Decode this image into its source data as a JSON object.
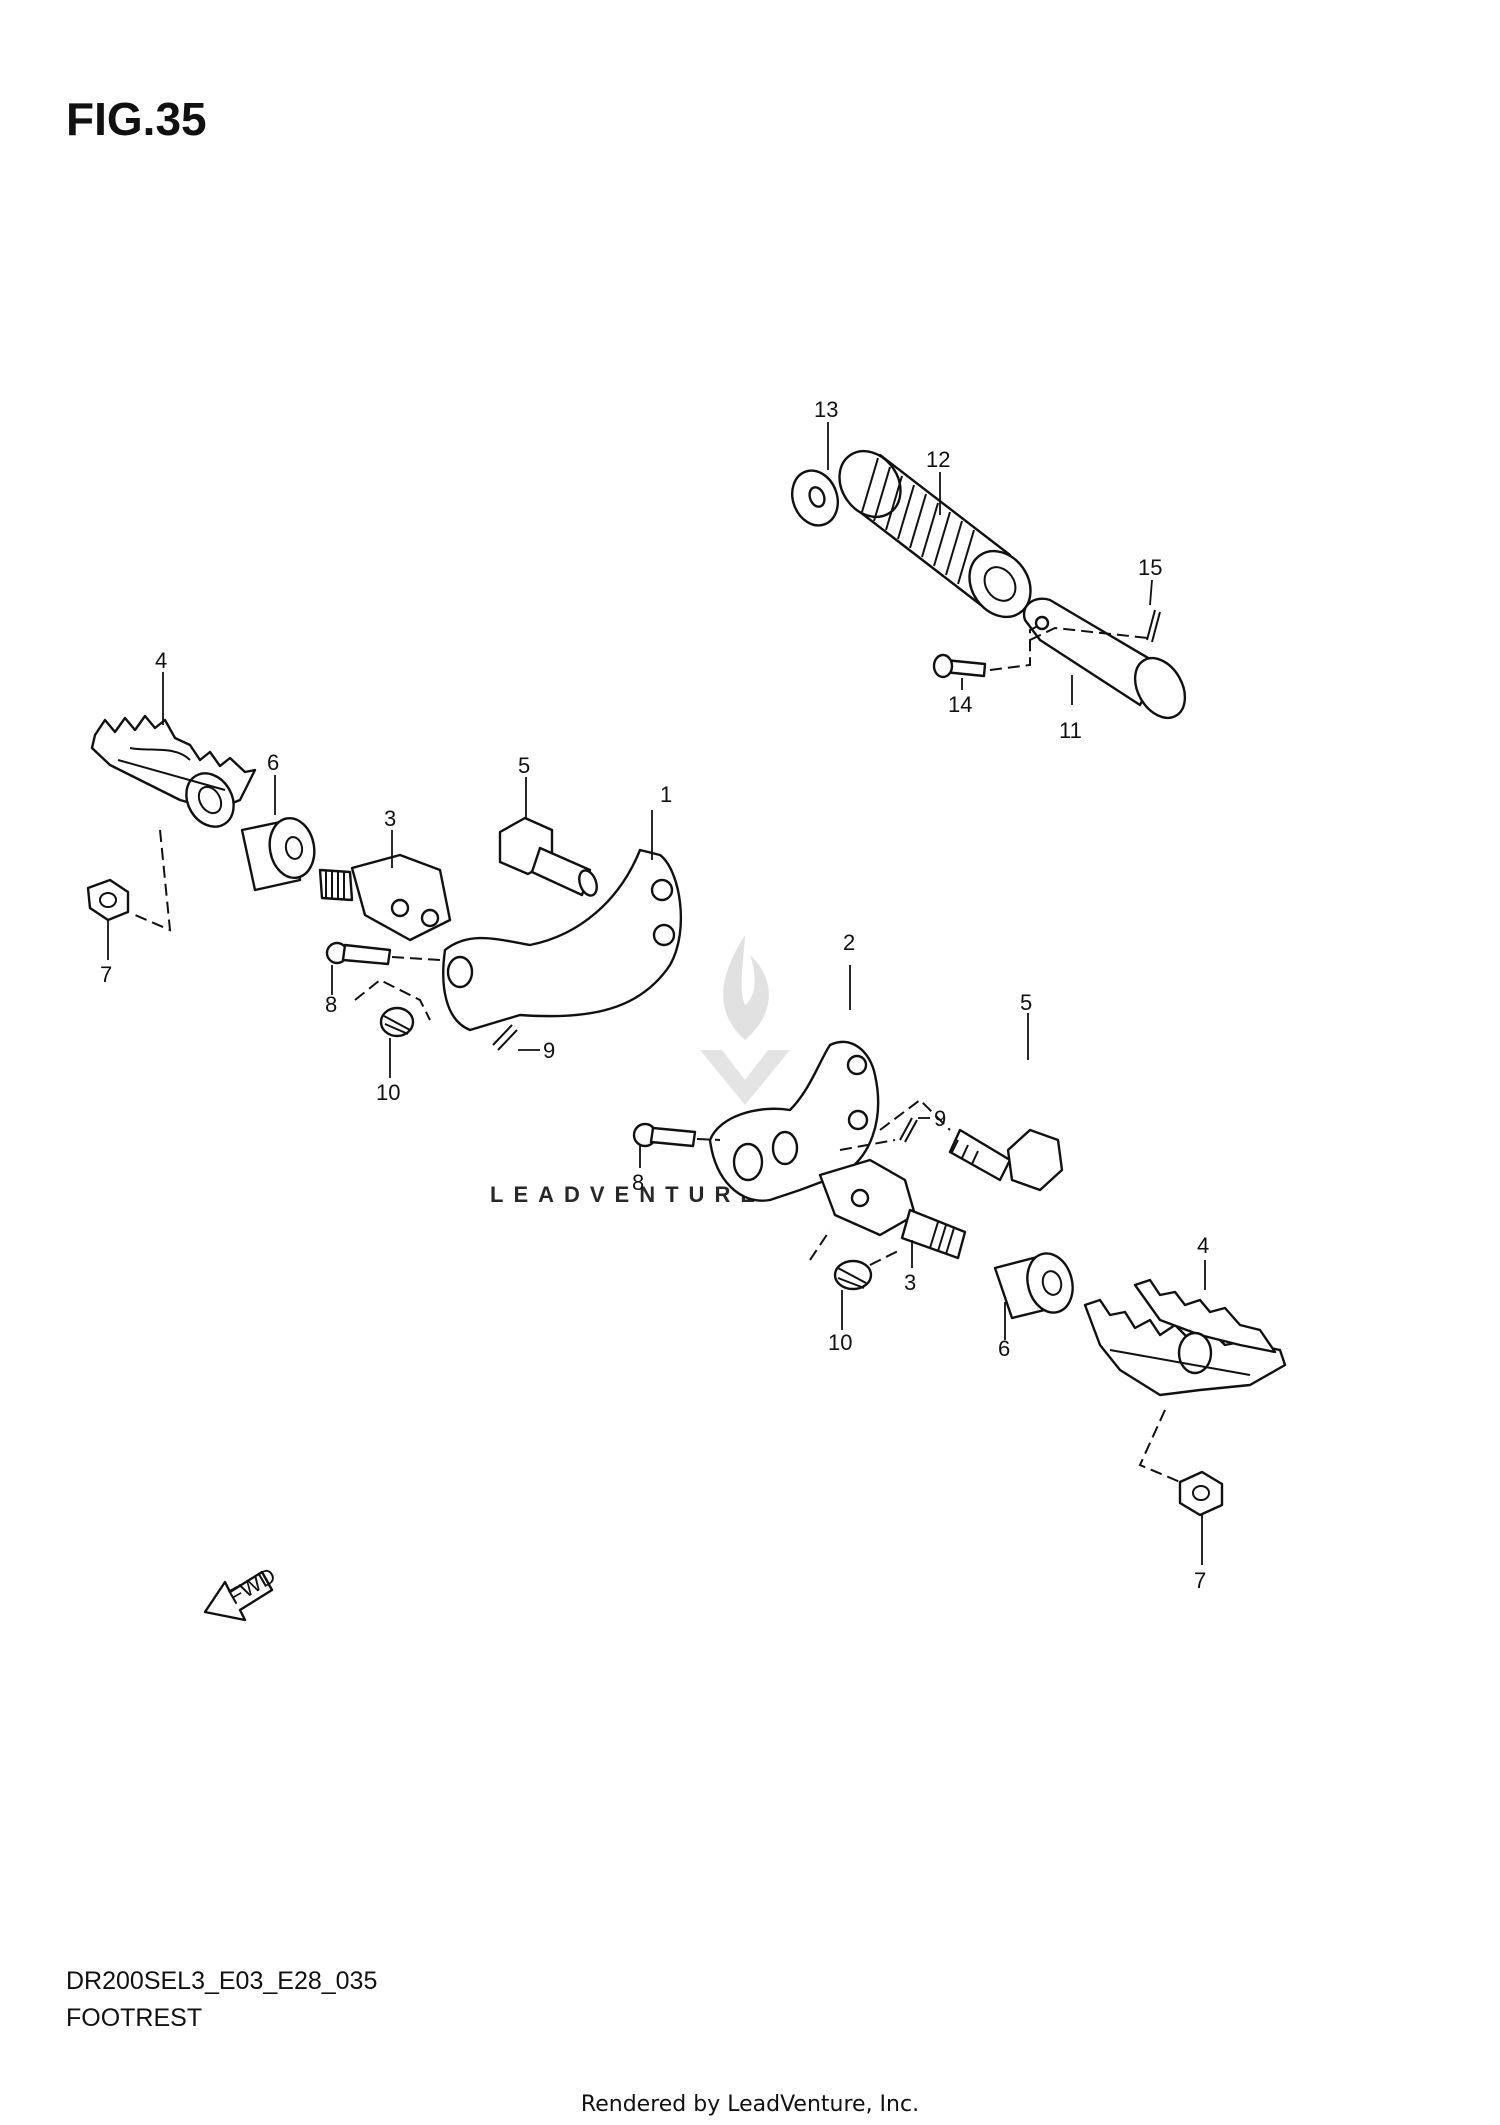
{
  "figure": {
    "title": "FIG.35",
    "code": "DR200SEL3_E03_E28_035",
    "name": "FOOTREST"
  },
  "watermark": {
    "text": "LEADVENTURE"
  },
  "fwd_label": "FWD",
  "credit": "Rendered by LeadVenture, Inc.",
  "callouts": [
    "1",
    "2",
    "3",
    "3",
    "4",
    "4",
    "5",
    "5",
    "6",
    "6",
    "7",
    "7",
    "8",
    "8",
    "9",
    "9",
    "10",
    "10",
    "11",
    "12",
    "13",
    "14",
    "15"
  ]
}
